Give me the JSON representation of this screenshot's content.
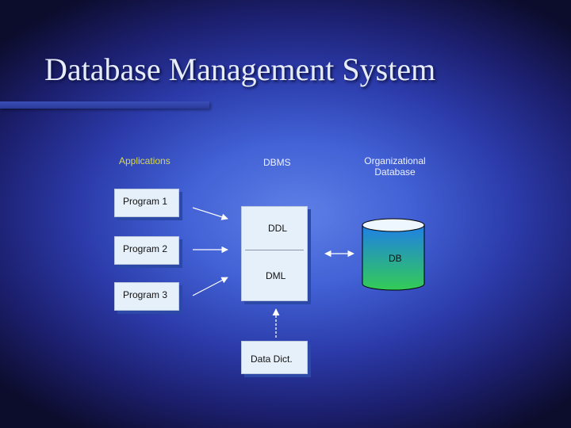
{
  "title": "Database Management System",
  "headers": {
    "applications": "Applications",
    "dbms": "DBMS",
    "org_line1": "Organizational",
    "org_line2": "Database"
  },
  "programs": [
    "Program 1",
    "Program 2",
    "Program 3"
  ],
  "dbms_box": {
    "ddl": "DDL",
    "dml": "DML"
  },
  "db_label": "DB",
  "data_dict": "Data Dict.",
  "colors": {
    "box_fill": "#e6f0fb",
    "box_shadow": "#2c49a8",
    "header_applications": "#d8d850",
    "db_top": "#1f7fe6",
    "db_bottom": "#33cc55",
    "arrow": "#ffffff"
  }
}
